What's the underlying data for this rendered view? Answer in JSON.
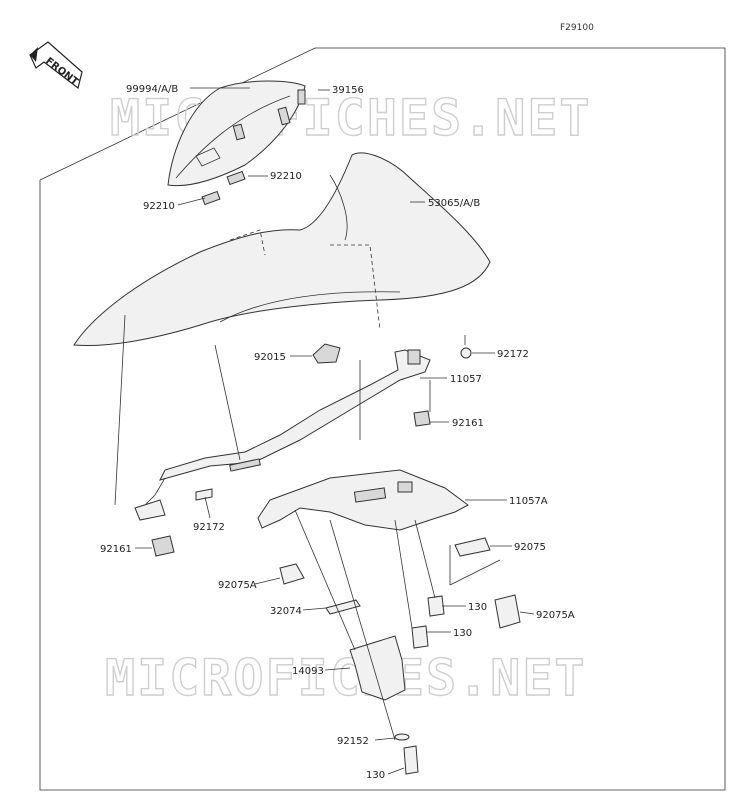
{
  "diagram_code": "F29100",
  "front_label": "FRONT",
  "watermark": "MICROFICHES.NET",
  "parts": {
    "p99994": "99994/A/B",
    "p39156": "39156",
    "p92210_a": "92210",
    "p92210_b": "92210",
    "p53065": "53065/A/B",
    "p92015": "92015",
    "p92172_a": "92172",
    "p11057": "11057",
    "p92161_a": "92161",
    "p11057A": "11057A",
    "p92172_b": "92172",
    "p92161_b": "92161",
    "p92075": "92075",
    "p92075A_a": "92075A",
    "p32074": "32074",
    "p130_a": "130",
    "p130_b": "130",
    "p92075A_b": "92075A",
    "p14093": "14093",
    "p92152": "92152",
    "p130_c": "130"
  }
}
